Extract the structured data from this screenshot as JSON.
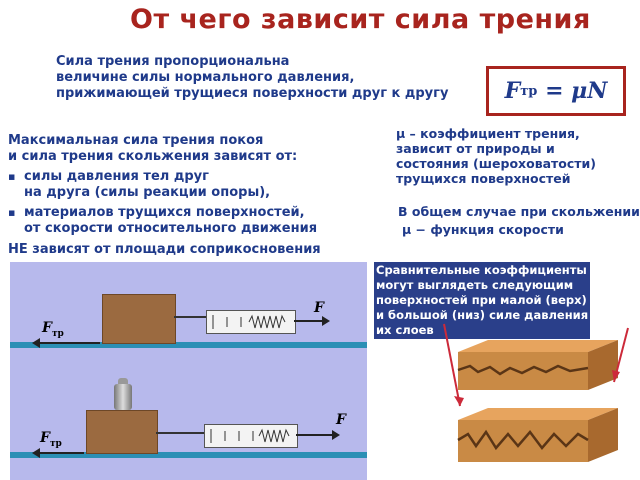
{
  "title": "От чего зависит сила трения",
  "formula": {
    "lhs": "F",
    "sub": "тр",
    "rhs": "= μN"
  },
  "intro": {
    "line1": "Сила трения пропорциональна",
    "line2": "величине силы нормального давления,",
    "line3": "прижимающей трущиеся поверхности друг к другу"
  },
  "deps": {
    "line1": "Максимальная сила трения покоя",
    "line2": "и сила трения скольжения зависят от:",
    "items": [
      {
        "a": "силы давления тел друг",
        "b": "на друга (силы реакции опоры),"
      },
      {
        "a": "материалов трущихся поверхностей,",
        "b": "от скорости относительного движения"
      }
    ],
    "not_depend": "НЕ зависят от площади соприкосновения"
  },
  "mu": {
    "line1": "μ – коэффициент трения,",
    "line2": "зависит от природы и",
    "line3": "состояния (шероховатости)",
    "line4": "трущихся поверхностей"
  },
  "general": {
    "line1": "В общем случае при скольжении",
    "line2": "μ − функция скорости"
  },
  "ranges": {
    "line1": "Сравнительные коэффициенты",
    "line2": "могут выглядеть следующим",
    "line3": "поверхностей при малой (верх)",
    "line4": "и большой (низ) силе давления",
    "line5": "их слоев"
  },
  "diagram": {
    "f_label": "F",
    "ftr_label": "F",
    "ftr_sub": "тр"
  },
  "colors": {
    "title": "#a8241e",
    "text": "#1f3a8a",
    "panel": "#b7b9ec",
    "strip": "#2b8fb5",
    "block": "#9b6a40"
  }
}
